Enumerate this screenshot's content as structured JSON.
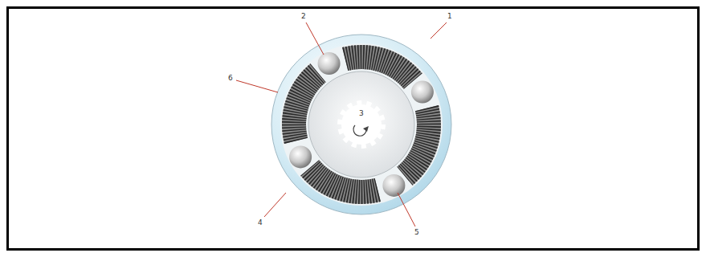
{
  "diagram": {
    "labels": [
      "2",
      "1",
      "6",
      "3",
      "4",
      "5"
    ]
  }
}
